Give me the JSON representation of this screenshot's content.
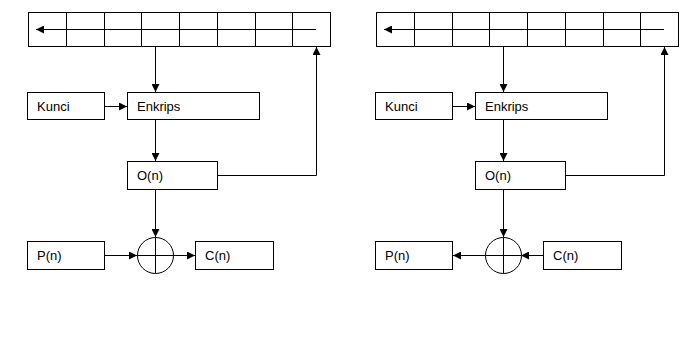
{
  "diagram": {
    "nodes": [
      {
        "text": [
          "Kunci"
        ]
      },
      {
        "text": [
          "Enkrips"
        ]
      },
      {
        "text": [
          "Kunci"
        ]
      },
      {
        "text": [
          "Enkrips"
        ]
      },
      {
        "text": [
          "O(n)"
        ]
      },
      {
        "text": [
          "O(n)"
        ]
      },
      {
        "text": [
          "P(n)"
        ]
      },
      {
        "text": [
          "C(n)"
        ]
      },
      {
        "text": [
          "P(n)"
        ]
      },
      {
        "text": [
          "C(n)"
        ]
      }
    ],
    "edges": [
      {
        "from": 0,
        "to": 1,
        "arrow": "to"
      },
      {
        "from": 2,
        "to": 3,
        "arrow": "to"
      },
      {
        "from": 1,
        "to": 4,
        "arrow": "to"
      },
      {
        "from": 3,
        "to": 5,
        "arrow": "to"
      }
    ]
  }
}
